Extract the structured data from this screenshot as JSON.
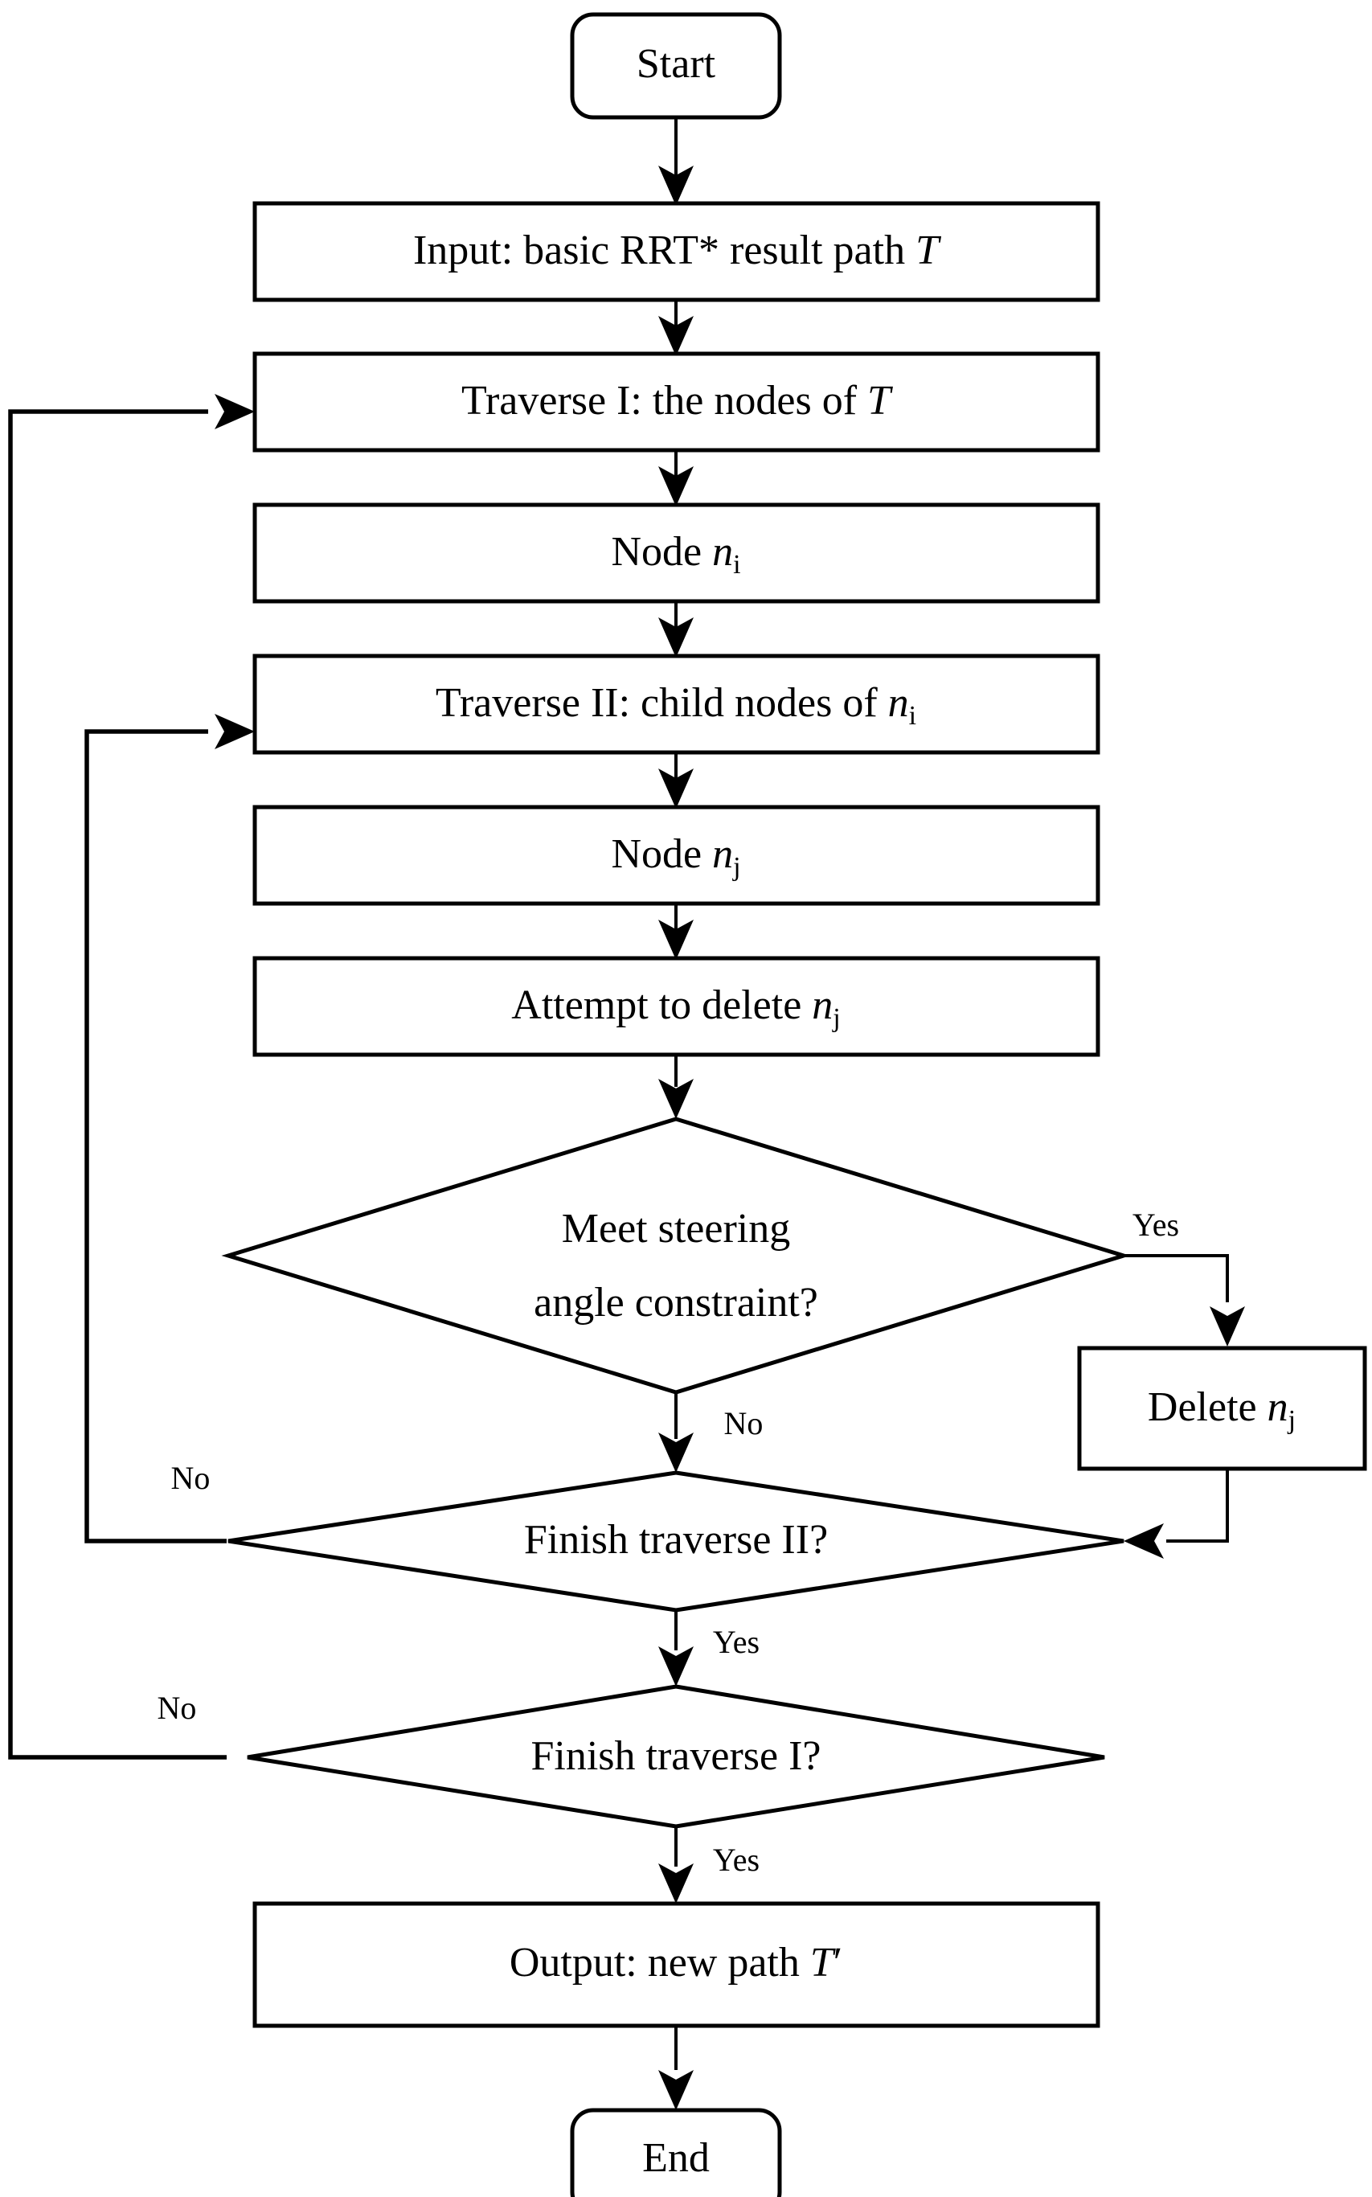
{
  "diagram": {
    "title": "RRT* path steering-angle pruning flowchart",
    "type": "flowchart",
    "colors": {
      "stroke": "#000000",
      "fill": "#ffffff",
      "text": "#000000"
    },
    "nodes": {
      "start": {
        "label": "Start",
        "shape": "rounded-terminal"
      },
      "input": {
        "label_plain": "Input: basic RRT* result path T",
        "prefix": "Input: basic RRT* result path ",
        "italic": "T",
        "suffix": "",
        "shape": "process"
      },
      "traverse1": {
        "label_plain": "Traverse I: the nodes of T",
        "prefix": "Traverse I: the nodes of ",
        "italic": "T",
        "suffix": "",
        "shape": "process"
      },
      "node_i": {
        "label_plain": "Node ni",
        "prefix": "Node ",
        "italic": "n",
        "sub": "i",
        "shape": "process"
      },
      "traverse2": {
        "label_plain": "Traverse II: child nodes of ni",
        "prefix": "Traverse II: child nodes of ",
        "italic": "n",
        "sub": "i",
        "shape": "process"
      },
      "node_j": {
        "label_plain": "Node nj",
        "prefix": "Node ",
        "italic": "n",
        "sub": "j",
        "shape": "process"
      },
      "attempt_delete": {
        "label_plain": "Attempt to delete nj",
        "prefix": "Attempt to delete ",
        "italic": "n",
        "sub": "j",
        "shape": "process"
      },
      "steering_decision": {
        "line1": "Meet steering",
        "line2": "angle constraint?",
        "shape": "decision"
      },
      "delete_nj": {
        "label_plain": "Delete nj",
        "prefix": "Delete ",
        "italic": "n",
        "sub": "j",
        "shape": "process"
      },
      "finish_traverse2": {
        "label": "Finish traverse II?",
        "shape": "decision"
      },
      "finish_traverse1": {
        "label": "Finish traverse I?",
        "shape": "decision"
      },
      "output": {
        "label_plain": "Output: new path T′",
        "prefix": "Output: new path ",
        "italic": "T",
        "suffix": "′",
        "shape": "process"
      },
      "end": {
        "label": "End",
        "shape": "rounded-terminal"
      }
    },
    "edge_labels": {
      "steering_yes": "Yes",
      "steering_no": "No",
      "finish2_no": "No",
      "finish2_yes": "Yes",
      "finish1_no": "No",
      "finish1_yes": "Yes"
    }
  }
}
